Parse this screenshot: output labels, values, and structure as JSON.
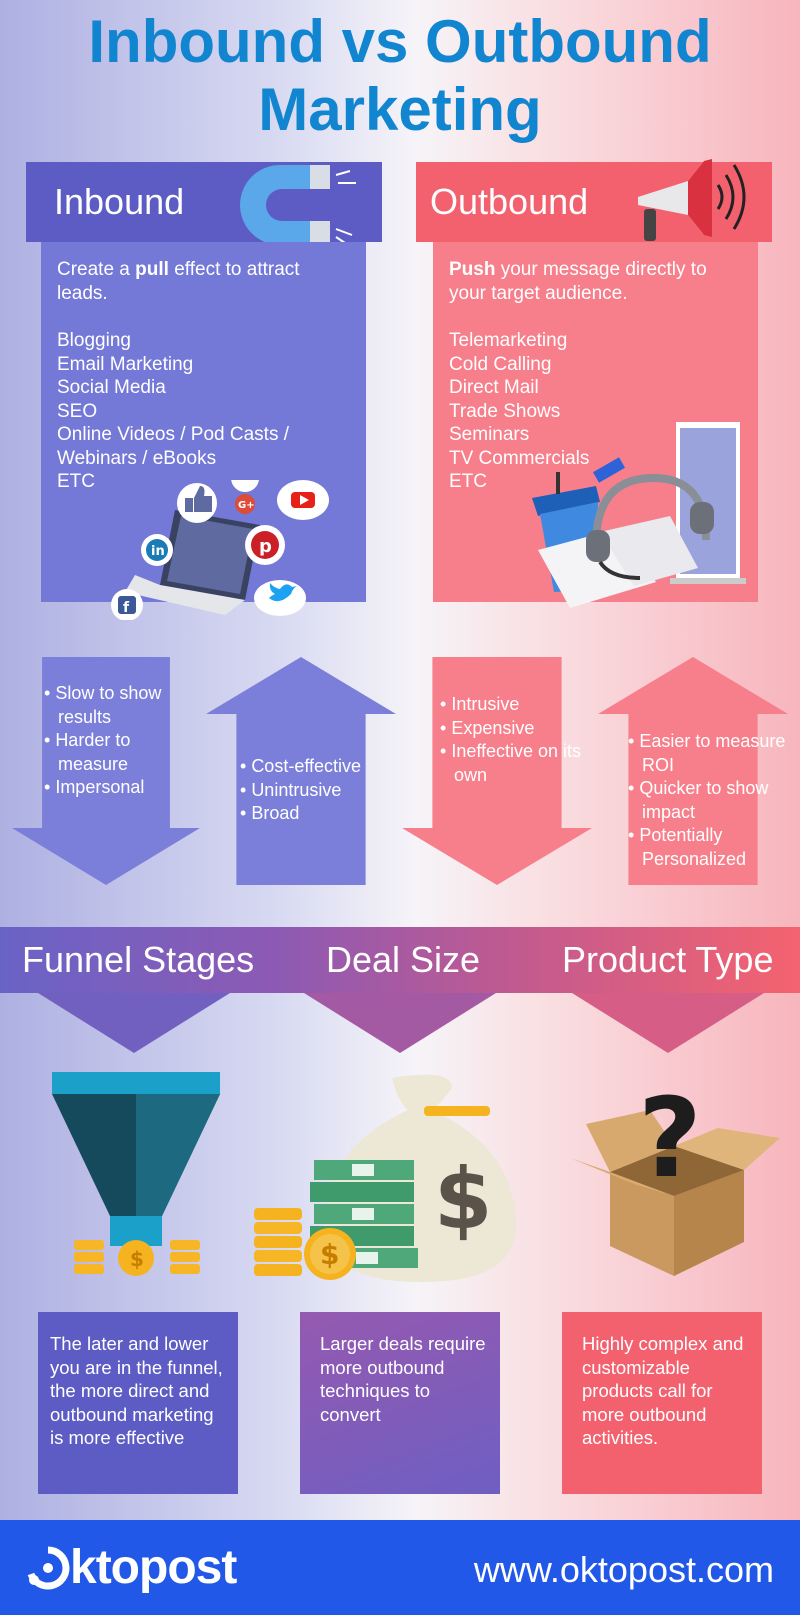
{
  "title": {
    "line1": "Inbound vs Outbound",
    "line2": "Marketing"
  },
  "inbound": {
    "heading": "Inbound",
    "intro_pre": "Create a ",
    "intro_bold": "pull",
    "intro_post": " effect to attract leads.",
    "items": [
      "Blogging",
      "Email Marketing",
      "Social Media",
      "SEO",
      "Online Videos / Pod Casts / Webinars / eBooks",
      "ETC"
    ],
    "cons": [
      "Slow to show results",
      "Harder to measure",
      "Impersonal"
    ],
    "pros": [
      "Cost-effective",
      "Unintrusive",
      "Broad"
    ]
  },
  "outbound": {
    "heading": "Outbound",
    "intro_bold": "Push",
    "intro_post": " your message directly to your target audience.",
    "items": [
      "Telemarketing",
      "Cold Calling",
      "Direct Mail",
      "Trade Shows",
      "Seminars",
      "TV Commercials",
      "ETC"
    ],
    "cons": [
      "Intrusive",
      "Expensive",
      "Ineffective on its own"
    ],
    "pros": [
      "Easier to measure ROI",
      "Quicker to show impact",
      "Potentially Personalized"
    ]
  },
  "factors": [
    {
      "label": "Funnel Stages",
      "text": "The later and lower you are in the funnel, the more direct and outbound marketing is more effective"
    },
    {
      "label": "Deal Size",
      "text": "Larger deals require more outbound techniques to convert"
    },
    {
      "label": "Product Type",
      "text": "Highly complex and customizable products call for more outbound activities."
    }
  ],
  "footer": {
    "brand": "oktopost",
    "url": "www.oktopost.com"
  },
  "colors": {
    "title": "#1185cf",
    "inbound": "#5d5cc4",
    "outbound": "#f3616f",
    "footer": "#2158e8"
  },
  "icons": [
    "magnet-icon",
    "megaphone-icon",
    "linkedin-icon",
    "facebook-icon",
    "thumbs-up-icon",
    "google-plus-icon",
    "pinterest-icon",
    "youtube-icon",
    "twitter-icon",
    "laptop-icon",
    "podium-icon",
    "headset-icon",
    "banner-icon",
    "funnel-icon",
    "coins-icon",
    "money-bag-icon",
    "cash-stack-icon",
    "box-icon",
    "question-mark-icon",
    "oktopost-logo-icon"
  ]
}
